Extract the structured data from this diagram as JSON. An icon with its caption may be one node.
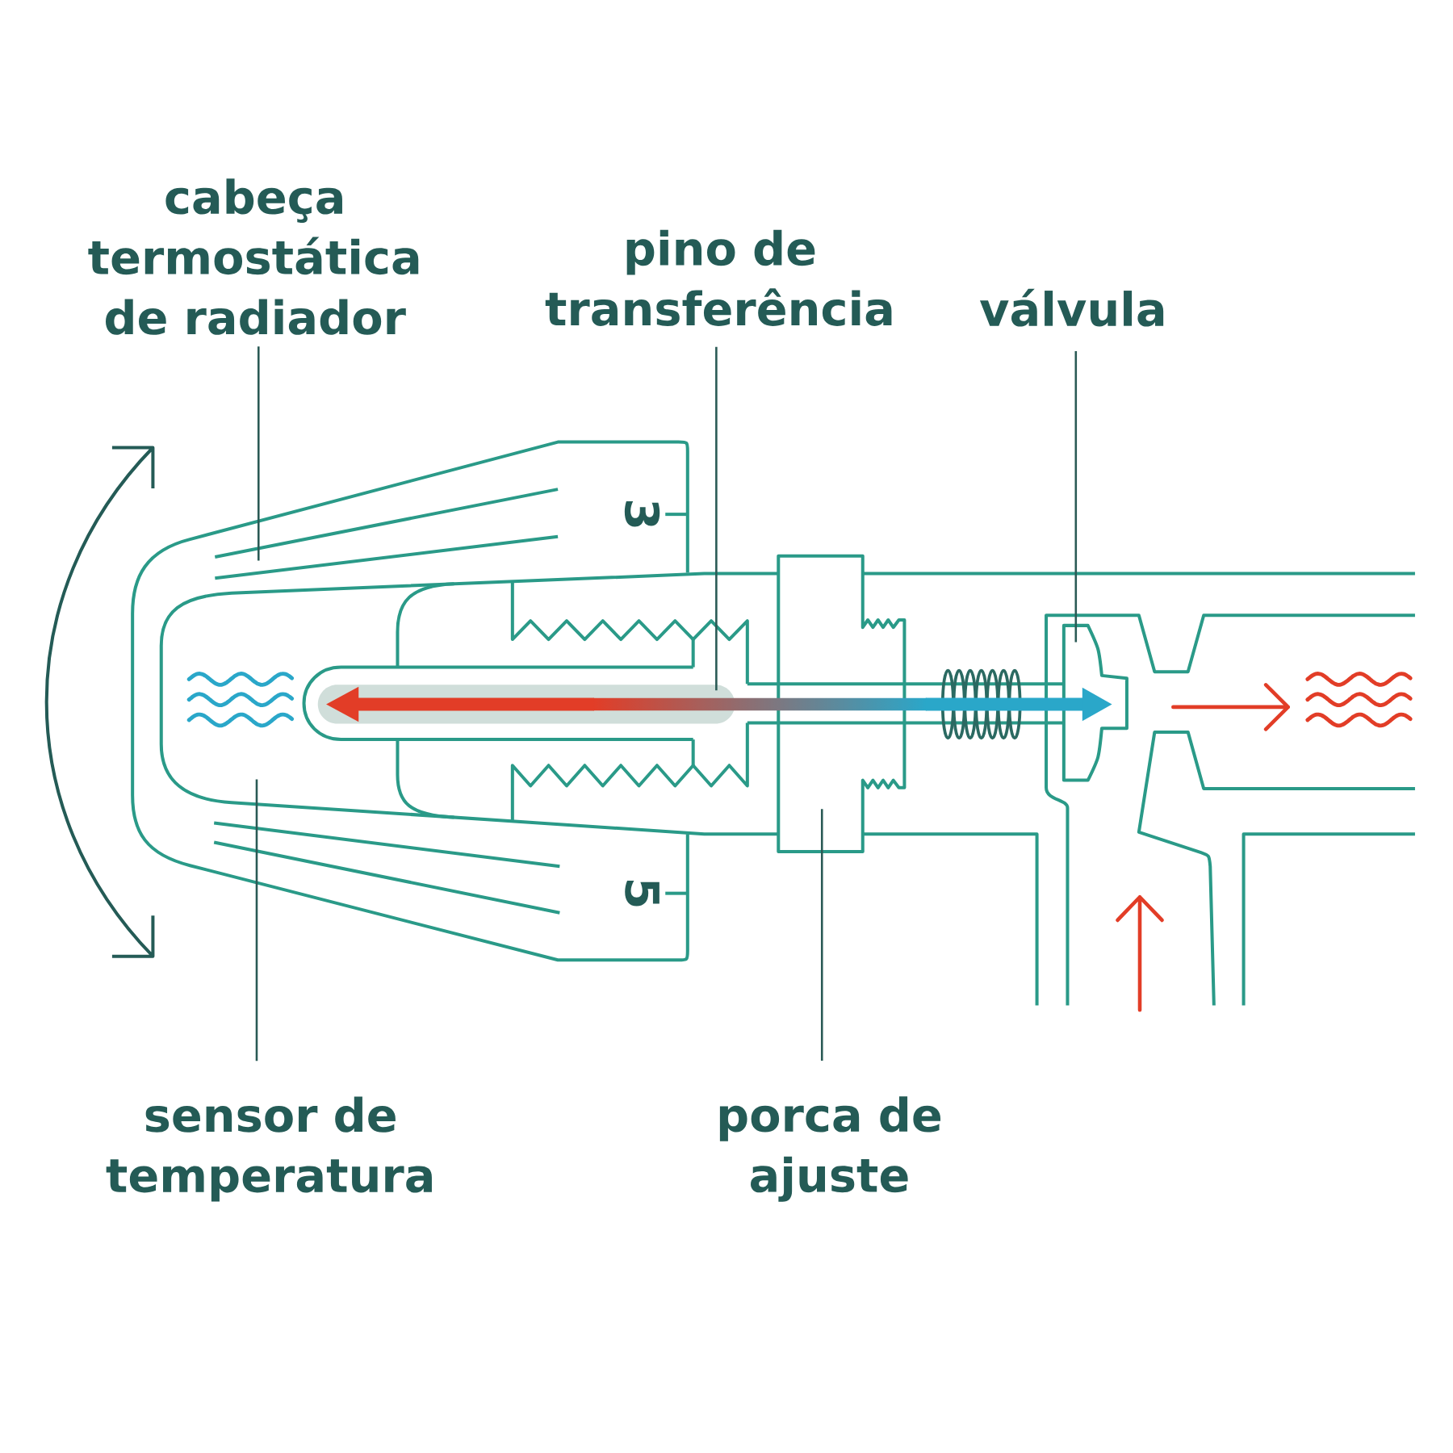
{
  "diagram": {
    "nodes": [
      {
        "text": [
          "cabeça termostática de radiador"
        ]
      },
      {
        "text": [
          "pino de transferência"
        ]
      },
      {
        "text": [
          "válvula"
        ]
      },
      {
        "text": [
          "sensor de temperatura"
        ]
      },
      {
        "text": [
          "porca de ajuste"
        ]
      }
    ],
    "edges": [
      {
        "from": 0,
        "to": null,
        "arrow": "none"
      },
      {
        "from": 1,
        "to": null,
        "arrow": "none"
      },
      {
        "from": 2,
        "to": null,
        "arrow": "none"
      },
      {
        "from": 3,
        "to": null,
        "arrow": "none"
      },
      {
        "from": 4,
        "to": null,
        "arrow": "none"
      }
    ],
    "labels": [
      "3",
      "5"
    ]
  }
}
